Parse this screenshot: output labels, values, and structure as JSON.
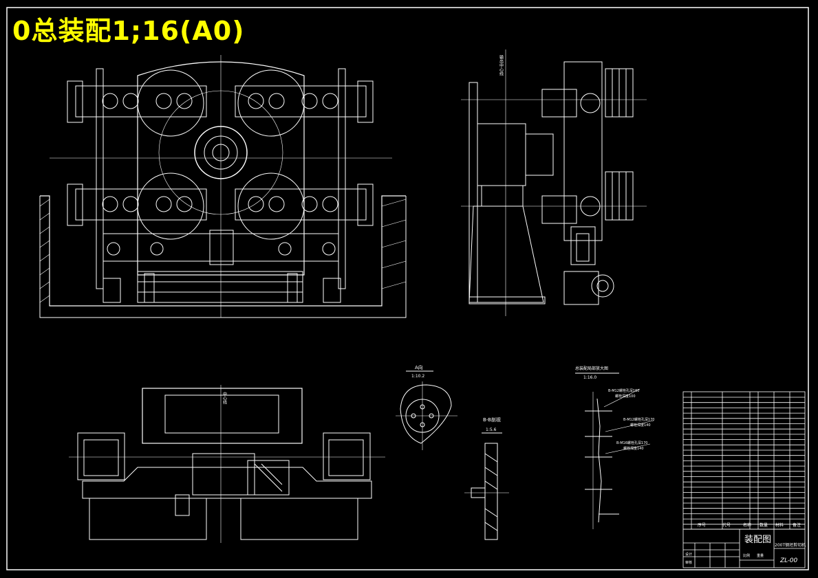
{
  "title": "0总装配1;16(A0)",
  "colors": {
    "background": "#000000",
    "lines": "#ffffff",
    "title": "#ffff00"
  },
  "views": {
    "view_a": {
      "label": "A向",
      "scale": "1:10.2"
    },
    "view_bb": {
      "label": "B-B剖视",
      "scale": "1:5.6"
    },
    "view_detail": {
      "label": "总装配局部放大图",
      "scale": "1:16.0"
    },
    "notes": [
      "B-M12螺栓孔深160",
      "螺栓深度100",
      "B-M12螺栓孔深170",
      "螺栓深度140",
      "B-M16螺栓孔深170",
      "螺栓深度140"
    ],
    "center_label": "输出中心线",
    "center_label_2": "中心线"
  },
  "title_block": {
    "drawing_title": "装配图",
    "product_name": "200T钢坯剪切机",
    "drawing_number": "ZL-00",
    "header_seq": "序号",
    "header_code": "代号",
    "header_name": "名称",
    "header_qty": "数量",
    "header_material": "材料",
    "header_remark": "备注",
    "sign_design": "设计",
    "sign_check": "审核",
    "sign_ratio": "比例",
    "sign_weight": "重量"
  }
}
